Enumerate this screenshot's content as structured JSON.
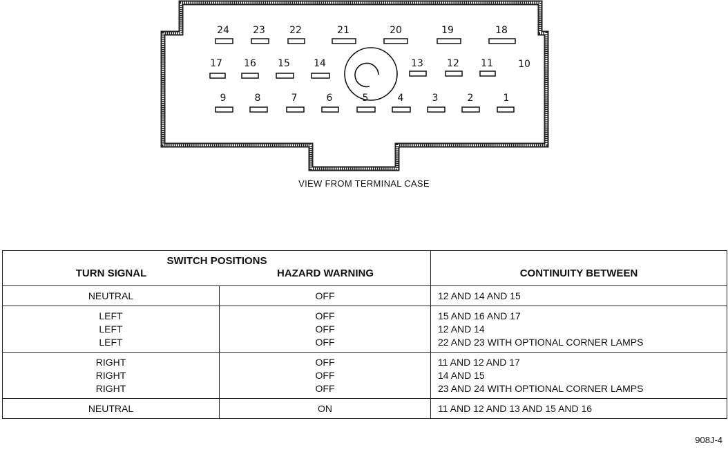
{
  "diagram": {
    "pin_labels": [
      "24",
      "23",
      "22",
      "21",
      "20",
      "19",
      "18",
      "17",
      "16",
      "15",
      "14",
      "13",
      "12",
      "11",
      "10",
      "9",
      "8",
      "7",
      "6",
      "5",
      "4",
      "3",
      "2",
      "1"
    ],
    "caption": "VIEW FROM TERMINAL CASE"
  },
  "table": {
    "switch_positions_header": "SWITCH POSITIONS",
    "turn_signal_header": "TURN SIGNAL",
    "hazard_warning_header": "HAZARD WARNING",
    "continuity_header": "CONTINUITY BETWEEN",
    "rows": [
      {
        "turn": [
          "NEUTRAL"
        ],
        "hazard": [
          "OFF"
        ],
        "continuity": [
          "12 AND 14 AND 15"
        ]
      },
      {
        "turn": [
          "LEFT",
          "LEFT",
          "LEFT"
        ],
        "hazard": [
          "OFF",
          "OFF",
          "OFF"
        ],
        "continuity": [
          "15 AND 16 AND 17",
          "12 AND 14",
          "22 AND 23 WITH OPTIONAL CORNER LAMPS"
        ]
      },
      {
        "turn": [
          "RIGHT",
          "RIGHT",
          "RIGHT"
        ],
        "hazard": [
          "OFF",
          "OFF",
          "OFF"
        ],
        "continuity": [
          "11 AND 12 AND 17",
          "14 AND 15",
          "23 AND 24 WITH OPTIONAL CORNER LAMPS"
        ]
      },
      {
        "turn": [
          "NEUTRAL"
        ],
        "hazard": [
          "ON"
        ],
        "continuity": [
          "11 AND 12 AND 13 AND 15 AND 16"
        ]
      }
    ]
  },
  "figure_ref": "908J-4"
}
